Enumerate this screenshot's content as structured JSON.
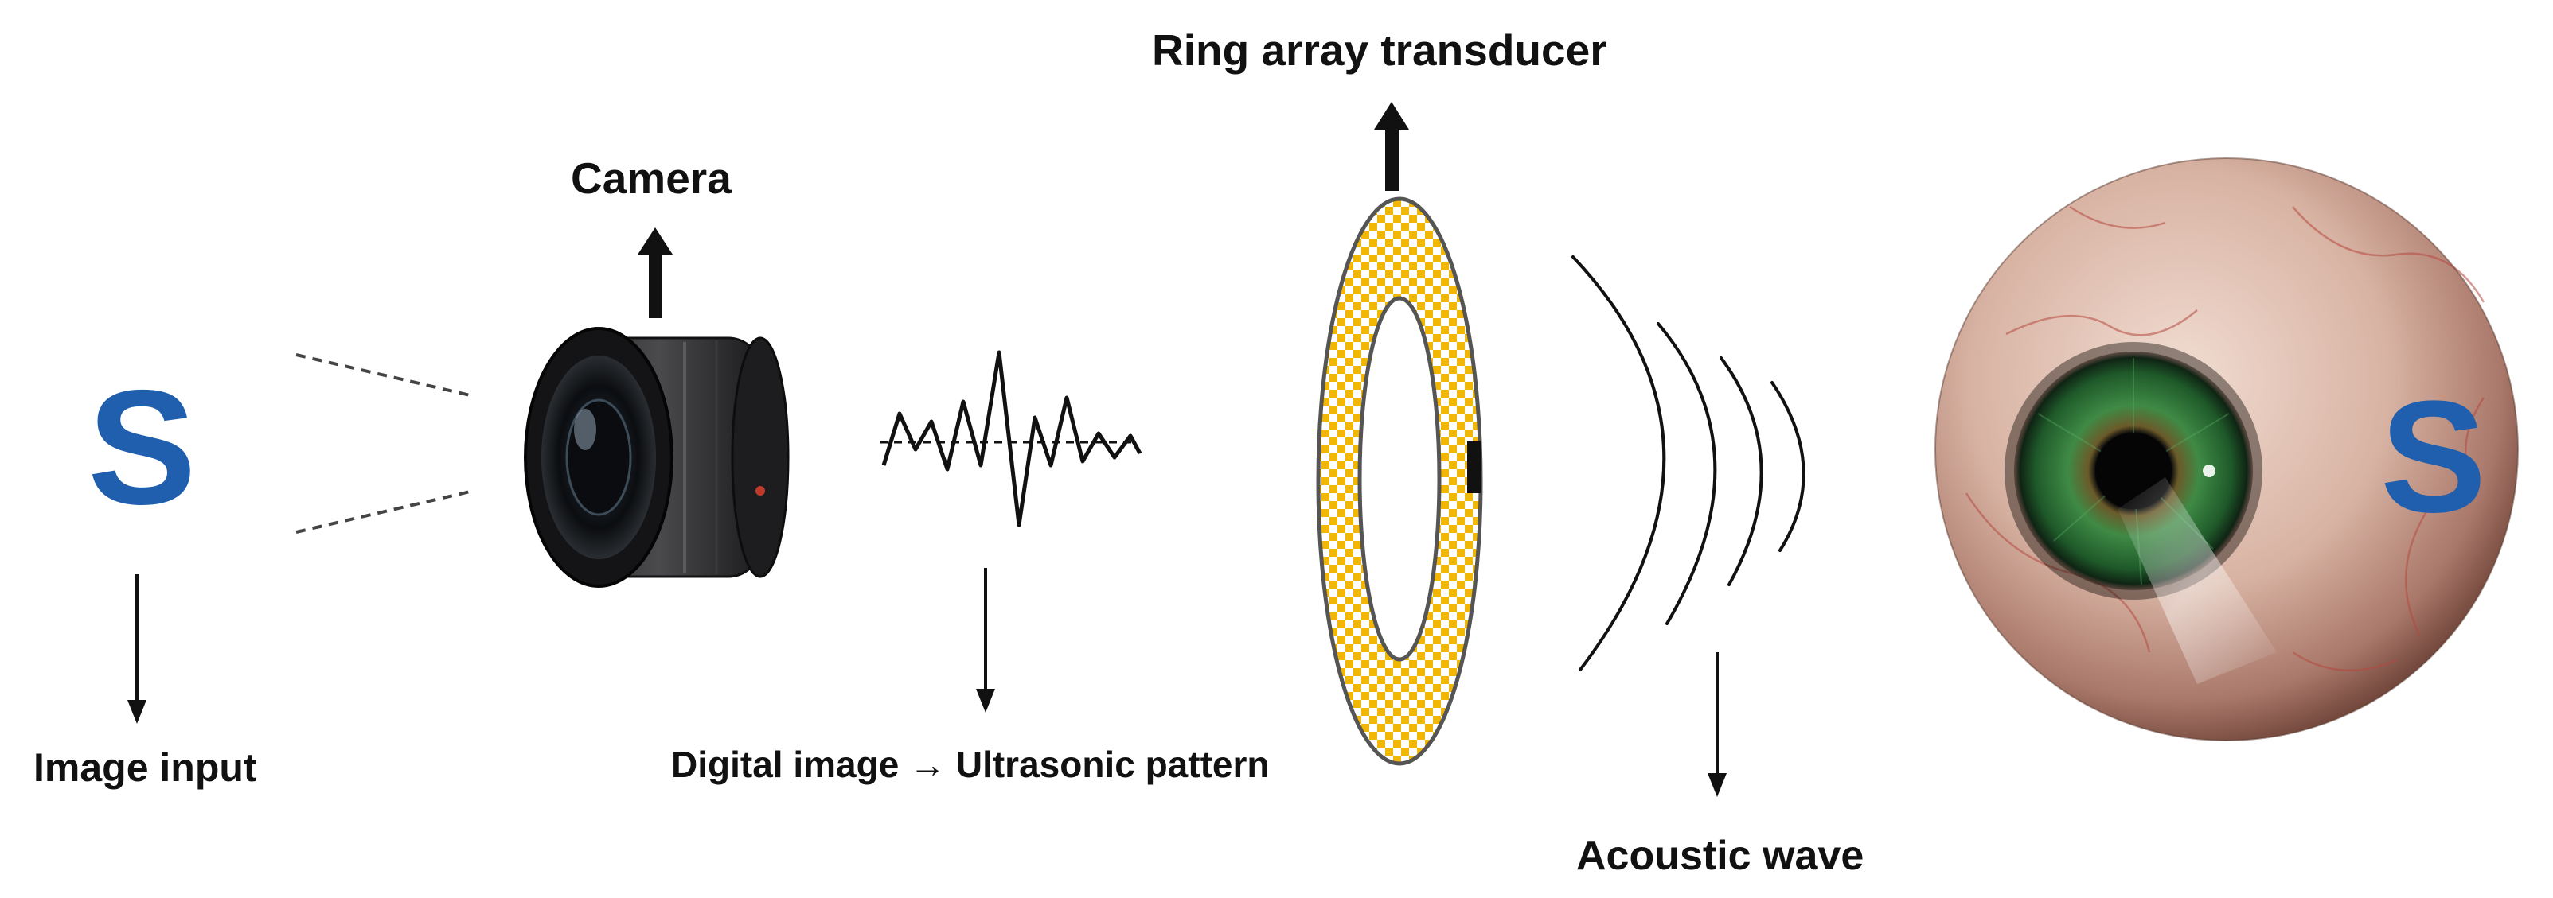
{
  "figure": {
    "input_letter": "S",
    "projected_letter": "S",
    "labels": {
      "image_input": "Image input",
      "camera": "Camera",
      "digital_to_ultrasonic": "Digital image → Ultrasonic pattern",
      "ring_array_transducer": "Ring array transducer",
      "acoustic_wave": "Acoustic wave"
    }
  },
  "colors": {
    "letter_blue": "#1f5fae",
    "ring_checker": "#f2b705",
    "iris_green": "#2f7a3a",
    "sclera": "#d9b8aa",
    "ink": "#111111"
  },
  "icons": [
    "letter-s-icon",
    "camera-lens-icon",
    "waveform-icon",
    "ring-transducer-icon",
    "acoustic-wave-icon",
    "eyeball-icon"
  ]
}
